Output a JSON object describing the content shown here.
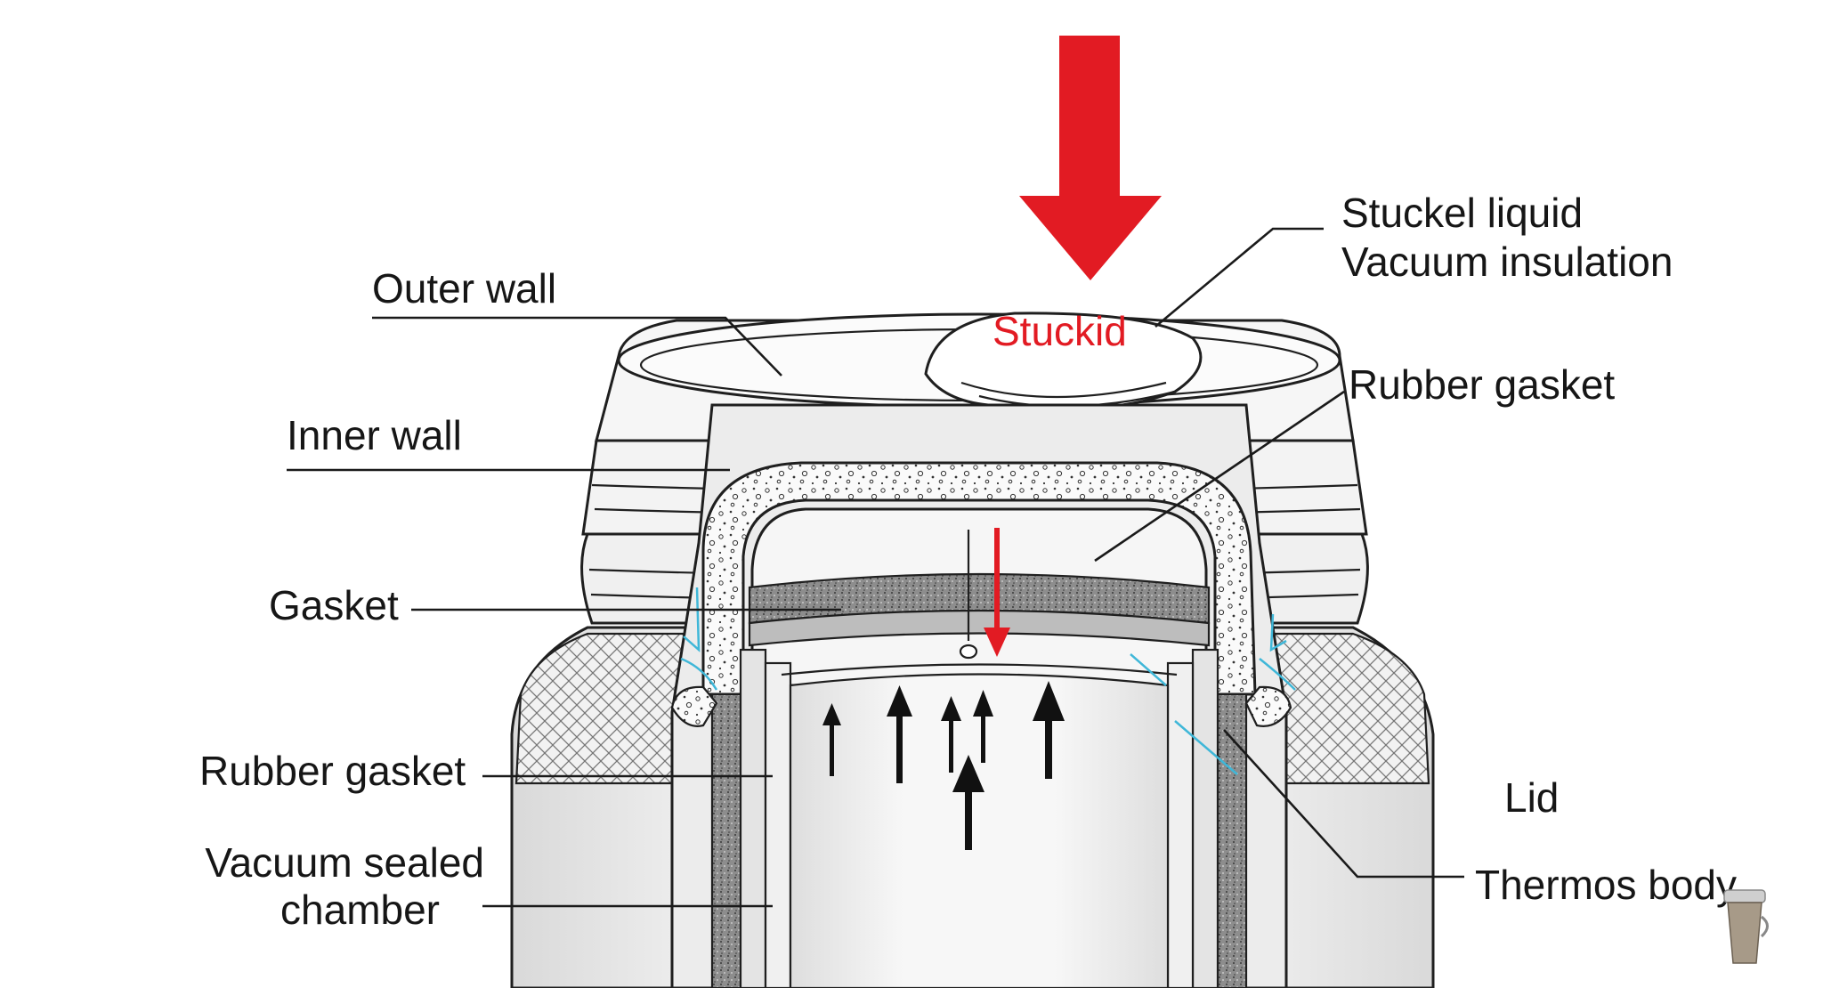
{
  "labels": {
    "outer_wall": "Outer wall",
    "inner_wall": "Inner wall",
    "gasket": "Gasket",
    "rubber_gasket_left": "Rubber gasket",
    "vacuum_line1": "Vacuum sealed",
    "vacuum_line2": "chamber",
    "stuckel_line1": "Stuckel liquid",
    "stuckel_line2": "Vacuum insulation",
    "rubber_gasket_right": "Rubber gasket",
    "lid": "Lid",
    "thermos_body": "Thermos body",
    "stuckid": "Stuckid"
  },
  "colors": {
    "red": "#e21b23",
    "ink": "#1f1f1f",
    "body_fill": "#eeeeee",
    "blue_line": "#3fb7d8"
  },
  "icons": {
    "big_arrow": "down-arrow-icon",
    "corner_cup": "tumbler-icon"
  }
}
